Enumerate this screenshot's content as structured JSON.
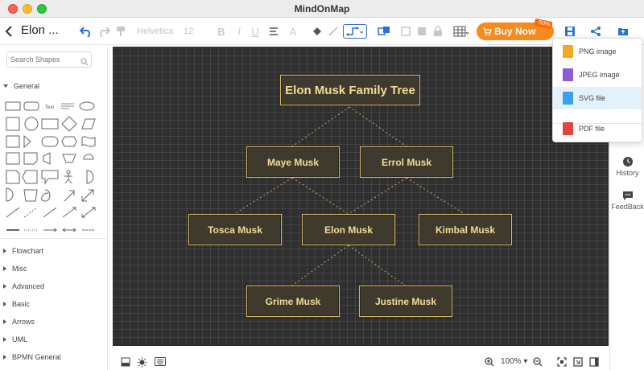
{
  "window": {
    "title": "MindOnMap"
  },
  "toolbar": {
    "doc_title": "Elon ...",
    "font_family": "Helvetica",
    "font_size": "12",
    "buy_now_label": "Buy Now",
    "discount_badge": "-50%"
  },
  "left_panel": {
    "search_placeholder": "Search Shapes",
    "general_label": "General",
    "text_shape_label": "Text",
    "categories": [
      "Flowchart",
      "Misc",
      "Advanced",
      "Basic",
      "Arrows",
      "UML",
      "BPMN General"
    ]
  },
  "diagram": {
    "title": "Elon Musk Family Tree",
    "nodes": {
      "maye": "Maye Musk",
      "errol": "Errol Musk",
      "tosca": "Tosca Musk",
      "elon": "Elon Musk",
      "kimbal": "Kimbal Musk",
      "grime": "Grime Musk",
      "justine": "Justine Musk"
    },
    "colors": {
      "canvas": "#2f2f2f",
      "node_fill": "#3f3a2e",
      "node_border": "#d9b76a",
      "node_text": "#f4dc94"
    }
  },
  "right_panel": {
    "history_label": "History",
    "feedback_label": "FeedBack"
  },
  "export_menu": {
    "items": [
      "PNG image",
      "JPEG image",
      "SVG file",
      "PDF file"
    ],
    "selected": "SVG file"
  },
  "bottom_bar": {
    "zoom": "100%"
  },
  "accent": {
    "buy_now": "#f68a1f",
    "menu_highlight": "#e3f1fb"
  }
}
